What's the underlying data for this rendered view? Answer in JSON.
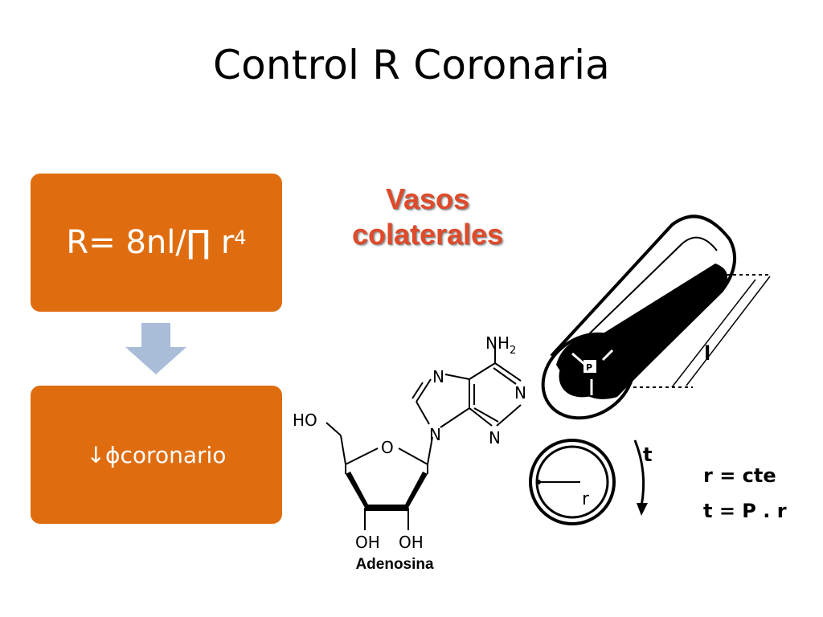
{
  "slide": {
    "title": "Control R Coronaria",
    "formula_box": {
      "text": "R= 8nl/∏ r",
      "superscript": "4",
      "color": "#df6d10"
    },
    "result_box": {
      "text": "↓ϕcoronario",
      "color": "#df6d10"
    },
    "arrow_icon": "down-arrow-icon",
    "collateral_label": {
      "line1": "Vasos",
      "line2": "colaterales",
      "color": "#e04a2a"
    },
    "adenosine": {
      "caption": "Adenosina",
      "labels": {
        "nh2_n": "NH",
        "nh2_sub": "2",
        "n": "N",
        "o": "O",
        "ho": "HO",
        "oh": "OH"
      }
    },
    "vessel_diagram": {
      "labels": {
        "p": "P",
        "l": "l",
        "t": "t",
        "r": "r"
      },
      "formula1": "r = cte",
      "formula2": "t = P . r"
    }
  }
}
